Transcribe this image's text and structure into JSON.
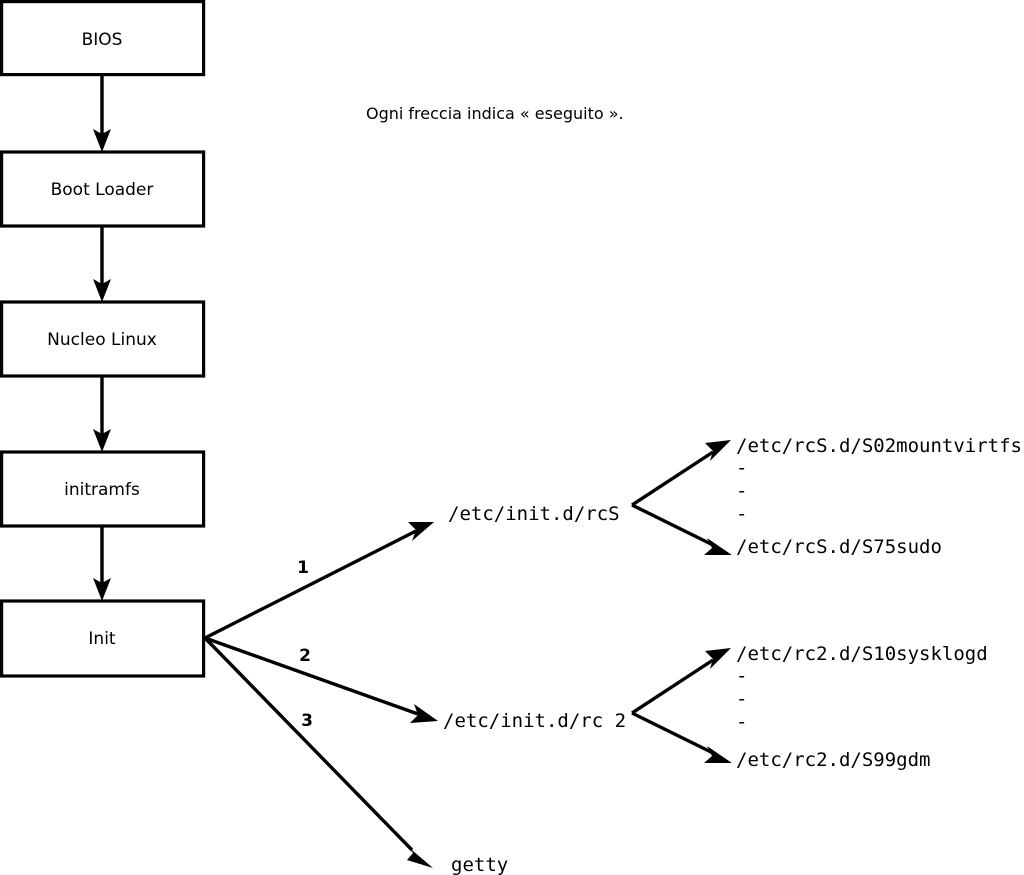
{
  "diagram": {
    "title_caption": "Ogni freccia indica « eseguito ».",
    "colors": {
      "stroke": "#000000",
      "background": "#ffffff",
      "box_fill": "#ffffff"
    },
    "boot_chain": [
      {
        "id": "bios",
        "label": "BIOS"
      },
      {
        "id": "boot-loader",
        "label": "Boot Loader"
      },
      {
        "id": "kernel",
        "label": "Nucleo Linux"
      },
      {
        "id": "initramfs",
        "label": "initramfs"
      },
      {
        "id": "init",
        "label": "Init"
      }
    ],
    "init_branches": [
      {
        "number": "1",
        "target": "/etc/init.d/rcS"
      },
      {
        "number": "2",
        "target": "/etc/init.d/rc 2"
      },
      {
        "number": "3",
        "target": "getty"
      }
    ],
    "rcs_scripts": {
      "first": "/etc/rcS.d/S02mountvirtfs",
      "ellipsis": [
        "-",
        "-",
        "-"
      ],
      "last": "/etc/rcS.d/S75sudo"
    },
    "rc2_scripts": {
      "first": "/etc/rc2.d/S10sysklogd",
      "ellipsis": [
        "-",
        "-",
        "-"
      ],
      "last": "/etc/rc2.d/S99gdm"
    }
  }
}
